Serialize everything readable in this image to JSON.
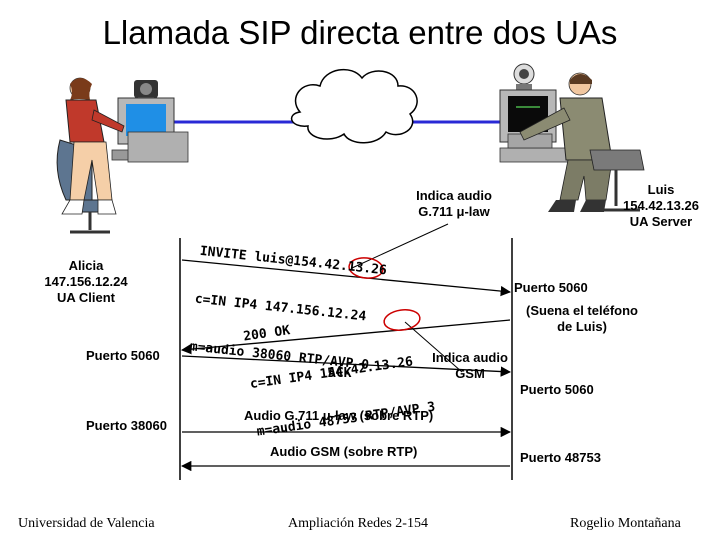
{
  "title": "Llamada SIP directa entre dos UAs",
  "alicia": {
    "name": "Alicia",
    "ip": "147.156.12.24",
    "role": "UA Client"
  },
  "luis": {
    "name": "Luis",
    "ip": "154.42.13.26",
    "role": "UA Server"
  },
  "notes": {
    "indica_g711": [
      "Indica audio",
      "G.711 μ-law"
    ],
    "indica_gsm": [
      "Indica audio",
      "GSM"
    ],
    "suena": [
      "(Suena el teléfono",
      "de Luis)"
    ]
  },
  "ports": {
    "alicia_5060": "Puerto 5060",
    "alicia_38060": "Puerto 38060",
    "luis_5060_top": "Puerto 5060",
    "luis_5060_bottom": "Puerto 5060",
    "luis_48753": "Puerto 48753"
  },
  "messages": {
    "invite": [
      "INVITE luis@154.42.13.26",
      "c=IN IP4 147.156.12.24",
      "m=audio 38060 RTP/AVP 0"
    ],
    "ok": [
      "200 OK",
      "c=IN IP4 154.42.13.26",
      "m=audio 48753 RTP/AVP 3"
    ],
    "ack": "ACK",
    "rtp_g711": "Audio G.711 μ-law (sobre RTP)",
    "rtp_gsm": "Audio GSM (sobre RTP)"
  },
  "footer": {
    "left": "Universidad de Valencia",
    "center": "Ampliación Redes 2-154",
    "right": "Rogelio Montañana"
  },
  "colors": {
    "network_link": "#2929d6",
    "highlight_circle": "#cc0000",
    "screen_alicia": "#1f8fe6",
    "screen_luis": "#0a0a0a"
  }
}
